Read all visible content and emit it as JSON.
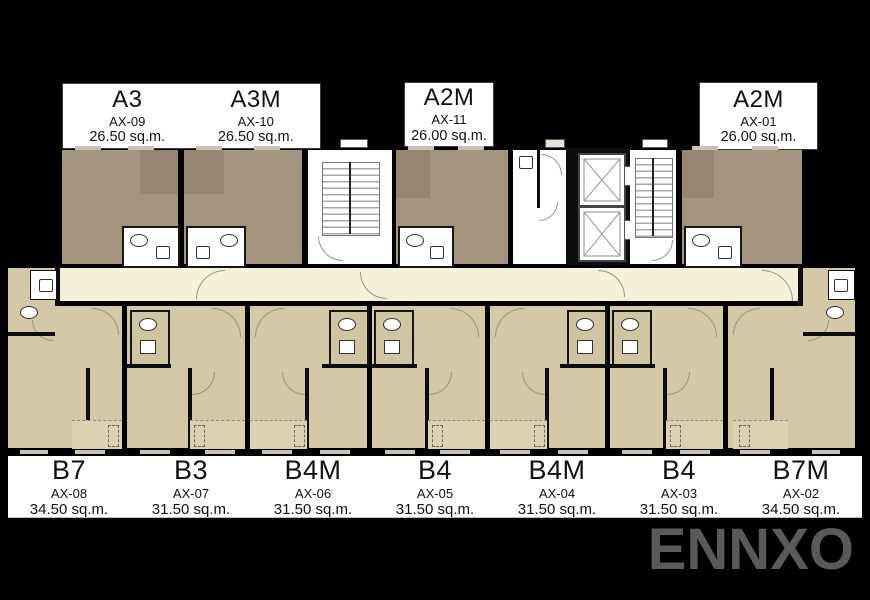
{
  "watermark": {
    "text": "ENNXO"
  },
  "top_units": [
    {
      "name": "A3",
      "code": "AX-09",
      "area": "26.50 sq.m."
    },
    {
      "name": "A3M",
      "code": "AX-10",
      "area": "26.50 sq.m."
    },
    {
      "name": "A2M",
      "code": "AX-11",
      "area": "26.00 sq.m."
    },
    {
      "name": "A2M",
      "code": "AX-01",
      "area": "26.00 sq.m."
    }
  ],
  "bottom_units": [
    {
      "name": "B7",
      "code": "AX-08",
      "area": "34.50 sq.m."
    },
    {
      "name": "B3",
      "code": "AX-07",
      "area": "31.50 sq.m."
    },
    {
      "name": "B4M",
      "code": "AX-06",
      "area": "31.50 sq.m."
    },
    {
      "name": "B4",
      "code": "AX-05",
      "area": "31.50 sq.m."
    },
    {
      "name": "B4M",
      "code": "AX-04",
      "area": "31.50 sq.m."
    },
    {
      "name": "B4",
      "code": "AX-03",
      "area": "31.50 sq.m."
    },
    {
      "name": "B7M",
      "code": "AX-02",
      "area": "34.50 sq.m."
    }
  ],
  "colors": {
    "bg": "#000000",
    "label_bg": "#ffffff",
    "upper": "#a39480",
    "upper2": "#968572",
    "lower": "#d3c9a6",
    "lowpod": "#cfc5a0",
    "corridor": "#f5f0da",
    "balcony": "#dbd2b1",
    "wall": "#0d0d0d",
    "arc": "#96968c",
    "fix": "#333333",
    "watermark": "#5a5a5a",
    "win": "#c9c3b3",
    "ledge": "#e6e2d6"
  }
}
